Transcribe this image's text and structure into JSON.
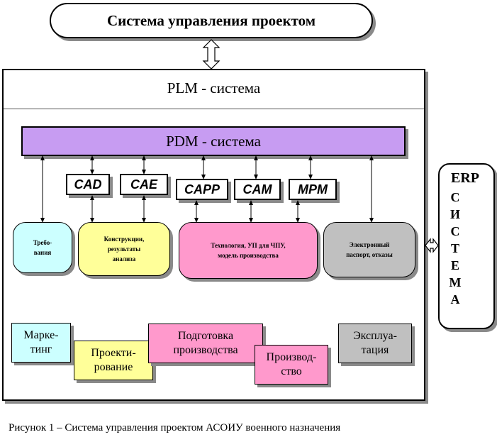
{
  "top": {
    "title": "Система управления проектом"
  },
  "plm": {
    "title": "PLM - система"
  },
  "pdm": {
    "title": "PDM - система"
  },
  "tools": [
    "CAD",
    "CAE",
    "CAPP",
    "CAM",
    "MPM"
  ],
  "rounded_boxes": [
    {
      "label": "Требо-\nвания",
      "color": "#ccffff"
    },
    {
      "label": "Конструкции,\nрезультаты\nанализа",
      "color": "#ffff99"
    },
    {
      "label": "Технология, УП для ЧПУ,\nмодель производства",
      "color": "#ff99cc"
    },
    {
      "label": "Электронный\nпаспорт, отказы",
      "color": "#c0c0c0"
    }
  ],
  "stages": [
    {
      "label": "Марке-\nтинг",
      "color": "#ccffff"
    },
    {
      "label": "Проекти-\nрование",
      "color": "#ffff99"
    },
    {
      "label": "Подготовка\nпроизводства",
      "color": "#ff99cc"
    },
    {
      "label": "Производ-\nство",
      "color": "#ff99cc"
    },
    {
      "label": "Эксплуа-\nтация",
      "color": "#c0c0c0"
    }
  ],
  "erp": {
    "title": "ERP",
    "letters": [
      "С",
      "И",
      "С",
      "Т",
      "Е",
      "М",
      "А"
    ]
  },
  "caption": "Рисунок 1 – Система управления проектом АСОИУ военного назначения"
}
